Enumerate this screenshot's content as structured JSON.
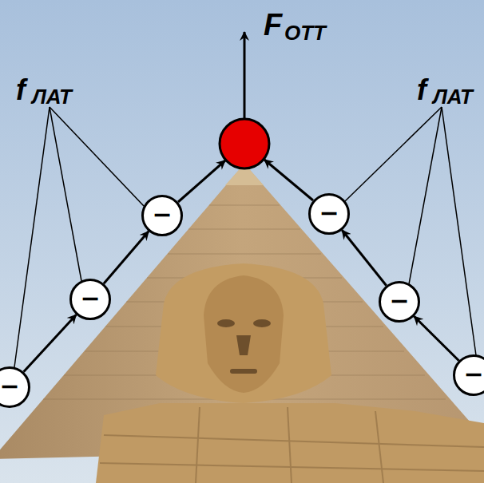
{
  "diagram": {
    "nodes": [
      {
        "text": [
          "−"
        ]
      },
      {
        "text": [
          "−"
        ]
      },
      {
        "text": [
          "−"
        ]
      },
      {
        "text": [
          "−"
        ]
      },
      {
        "text": [
          "−"
        ]
      },
      {
        "text": [
          "−"
        ]
      }
    ],
    "edges": [
      {
        "from": 2,
        "to": 1,
        "arrow": "to"
      },
      {
        "from": 1,
        "to": 0,
        "arrow": "to"
      },
      {
        "from": 5,
        "to": 4,
        "arrow": "to"
      },
      {
        "from": 4,
        "to": 3,
        "arrow": "to"
      }
    ],
    "labels": [
      "F",
      "ОТТ",
      "f",
      "ЛАТ",
      "f",
      "ЛАТ"
    ]
  }
}
